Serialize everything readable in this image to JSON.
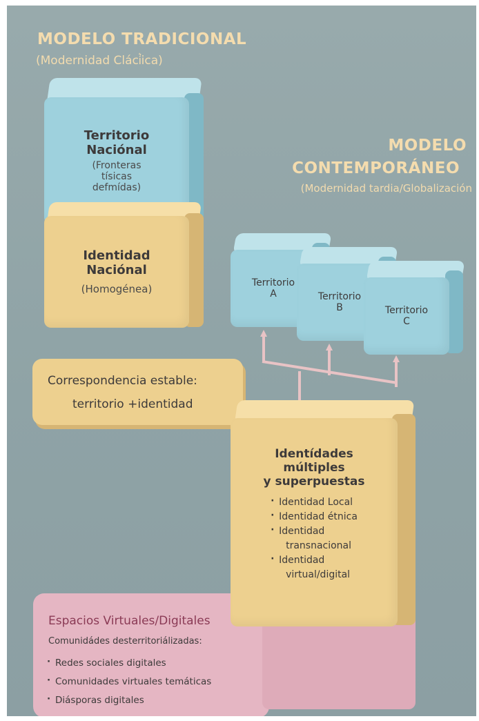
{
  "traditional": {
    "title": "MODELO TRADICIONAL",
    "subtitle": "(Modernidad Cláci͛ica)",
    "territory": {
      "title_line1": "Territorio",
      "title_line2": "Naciónal",
      "note_line1": "(Fronteras",
      "note_line2": "tísicas",
      "note_line3": "defmídas)"
    },
    "identity": {
      "title_line1": "Identidad",
      "title_line2": "Naciónal",
      "note": "(Homogénea)"
    },
    "correspondence": {
      "line1": "Correspondencia estable:",
      "line2": "territorio +identidad"
    }
  },
  "contemporary": {
    "title_line1": "MODELO",
    "title_line2": "CONTEMPORÁNEO",
    "subtitle": "(Modernidad tardia/Globalización",
    "territories": [
      {
        "line1": "Territorio",
        "line2": "A"
      },
      {
        "line1": "Territorio",
        "line2": "B"
      },
      {
        "line1": "Territorio",
        "line2": "C"
      }
    ],
    "multiple": {
      "title_line1": "Identídades",
      "title_line2": "múltiples",
      "title_line3": "y superpuestas",
      "items": [
        "Identidad Local",
        "Identidad étnica",
        "Identidad",
        "transnacional",
        "Identidad",
        "virtual/digital"
      ]
    }
  },
  "virtual": {
    "title": "Espacios Virtuales/Digitales",
    "subtitle": "Comunidádes desterritoriálizadas:",
    "items": [
      "Redes sociales digitales",
      "Comunidades virtuales temáticas",
      "Diásporas digitales"
    ]
  },
  "colors": {
    "background": "#8fa3a6",
    "heading": "#f4dcae",
    "cube_blue": "#9ed1dd",
    "cube_sand": "#edd08f",
    "pink": "#e5b6c3",
    "connector": "#e8c3c5",
    "dark_text": "#3d3a3a",
    "virtual_title": "#8a3a55"
  }
}
